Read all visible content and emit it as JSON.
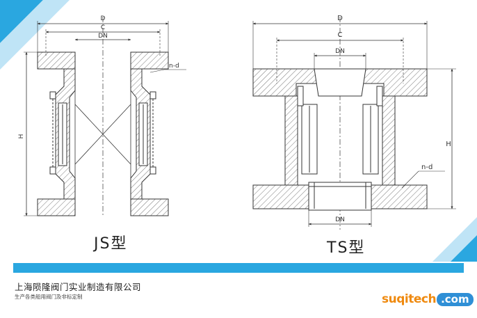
{
  "js_valve": {
    "caption": "JS型",
    "dim_d": "D",
    "dim_c": "C",
    "dim_dn": "DN",
    "dim_h": "H",
    "dim_nd": "n-d"
  },
  "ts_valve": {
    "caption": "TS型",
    "dim_d": "D",
    "dim_c": "C",
    "dim_dn_top": "DN",
    "dim_dn_bottom": "DN",
    "dim_h": "H",
    "dim_nd": "n-d"
  },
  "footer": {
    "company": "上海陨隆阀门实业制造有限公司",
    "tagline": "生产各类船用阀门及非标定制",
    "brand_main": "suqitech",
    "brand_suffix": ".com"
  },
  "colors": {
    "accent": "#2aa7e0",
    "accent_light": "#bfe4f6",
    "line": "#333333",
    "hatch": "#555555"
  }
}
